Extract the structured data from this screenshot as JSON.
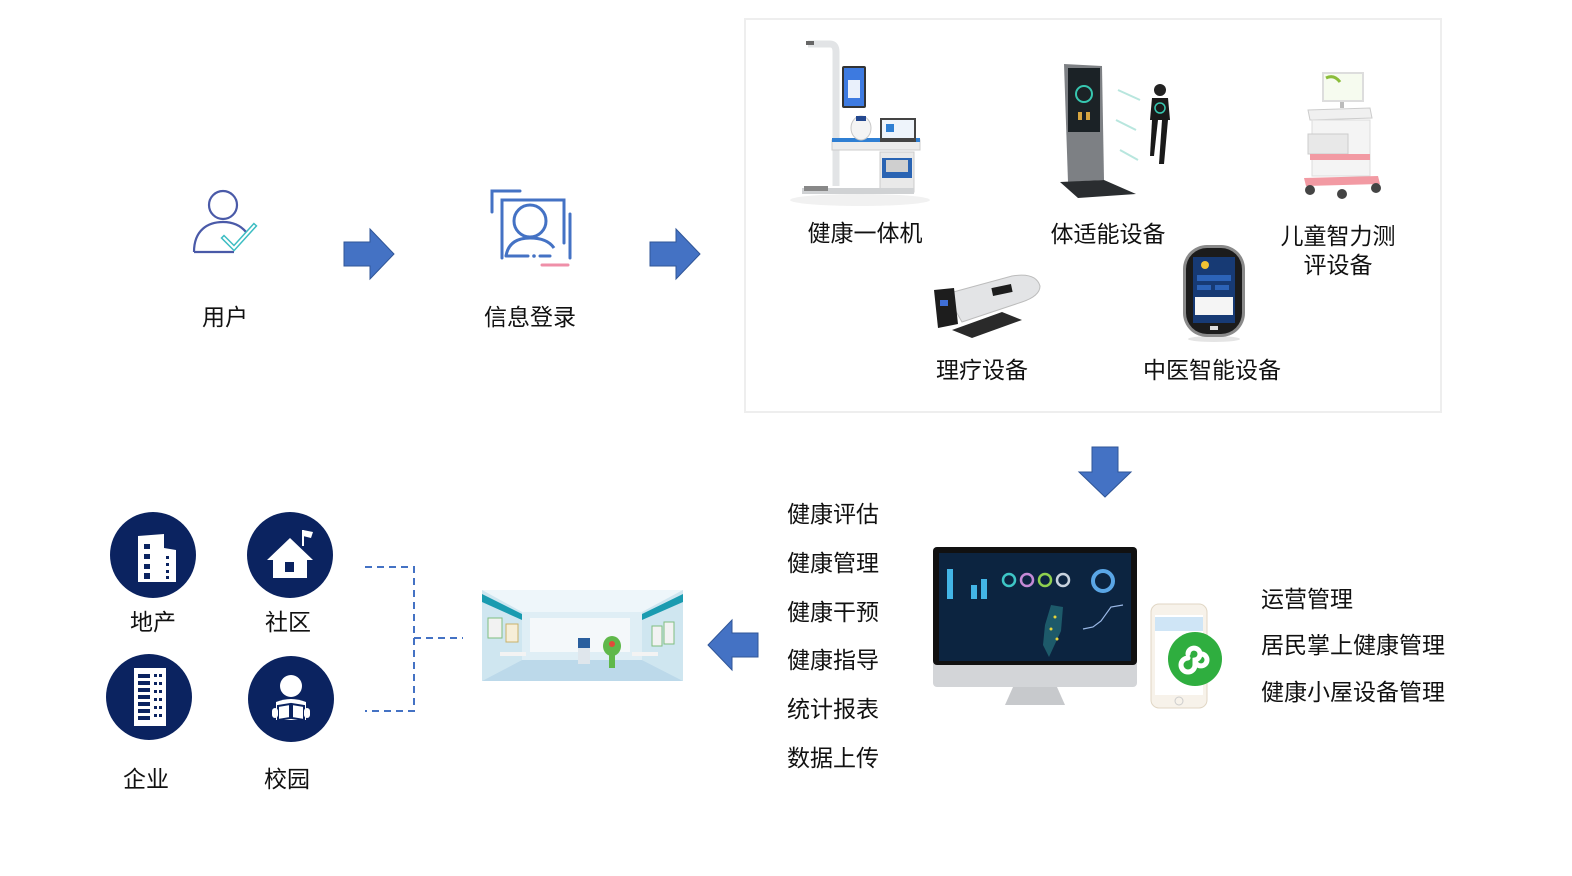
{
  "flow": {
    "user": {
      "label": "用户",
      "icon": "user-check-icon"
    },
    "login": {
      "label": "信息登录",
      "icon": "face-scan-icon"
    }
  },
  "devices": {
    "items": [
      {
        "label": "健康一体机",
        "icon": "health-kiosk-icon"
      },
      {
        "label": "体适能设备",
        "icon": "fitness-device-icon"
      },
      {
        "label_line1": "儿童智力测",
        "label_line2": "评设备",
        "icon": "child-assessment-cart-icon"
      },
      {
        "label": "理疗设备",
        "icon": "physiotherapy-device-icon"
      },
      {
        "label": "中医智能设备",
        "icon": "tcm-device-icon"
      }
    ]
  },
  "platform_functions": [
    "健康评估",
    "健康管理",
    "健康干预",
    "健康指导",
    "统计报表",
    "数据上传"
  ],
  "management_functions": [
    "运营管理",
    "居民掌上健康管理",
    "健康小屋设备管理"
  ],
  "scenarios": [
    {
      "label": "地产",
      "icon": "building-icon"
    },
    {
      "label": "社区",
      "icon": "house-flag-icon"
    },
    {
      "label": "企业",
      "icon": "office-tower-icon"
    },
    {
      "label": "校园",
      "icon": "student-reading-icon"
    }
  ],
  "health_hut": {
    "icon": "health-hut-room-image"
  },
  "colors": {
    "arrow_fill": "#4472c4",
    "arrow_stroke": "#2f5597",
    "scenario_circle": "#0b2360",
    "dashed_line": "#4472c4",
    "panel_border": "#eeeeee"
  }
}
